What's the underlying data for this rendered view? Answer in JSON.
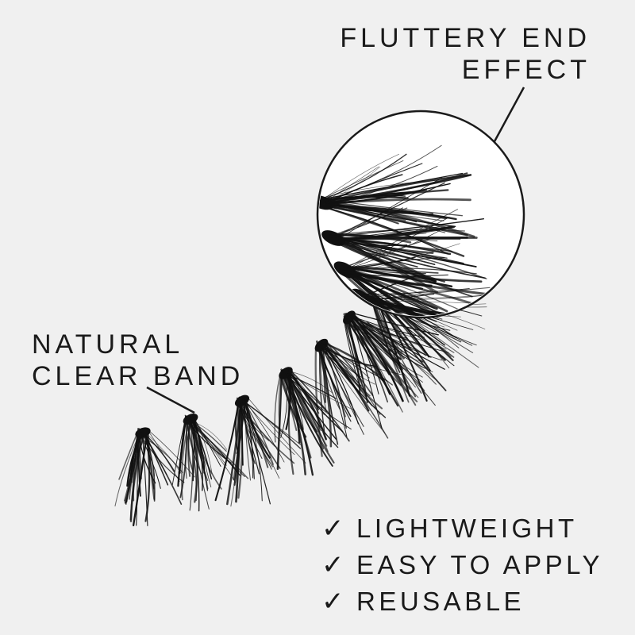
{
  "callouts": {
    "flutter": {
      "line1": "FLUTTERY END",
      "line2": "EFFECT"
    },
    "band": {
      "line1": "NATURAL",
      "line2": "CLEAR BAND"
    }
  },
  "features": [
    {
      "check_glyph": "✓",
      "text": "LIGHTWEIGHT"
    },
    {
      "check_glyph": "✓",
      "text": "EASY TO APPLY"
    },
    {
      "check_glyph": "✓",
      "text": "REUSABLE"
    }
  ],
  "colors": {
    "background": "#f0f0f0",
    "ink": "#1a1a1a",
    "lash": "#111111",
    "zoom_fill": "#ffffff"
  },
  "icons": [
    "checkmark-icon",
    "zoom-circle",
    "eyelash-strip"
  ]
}
